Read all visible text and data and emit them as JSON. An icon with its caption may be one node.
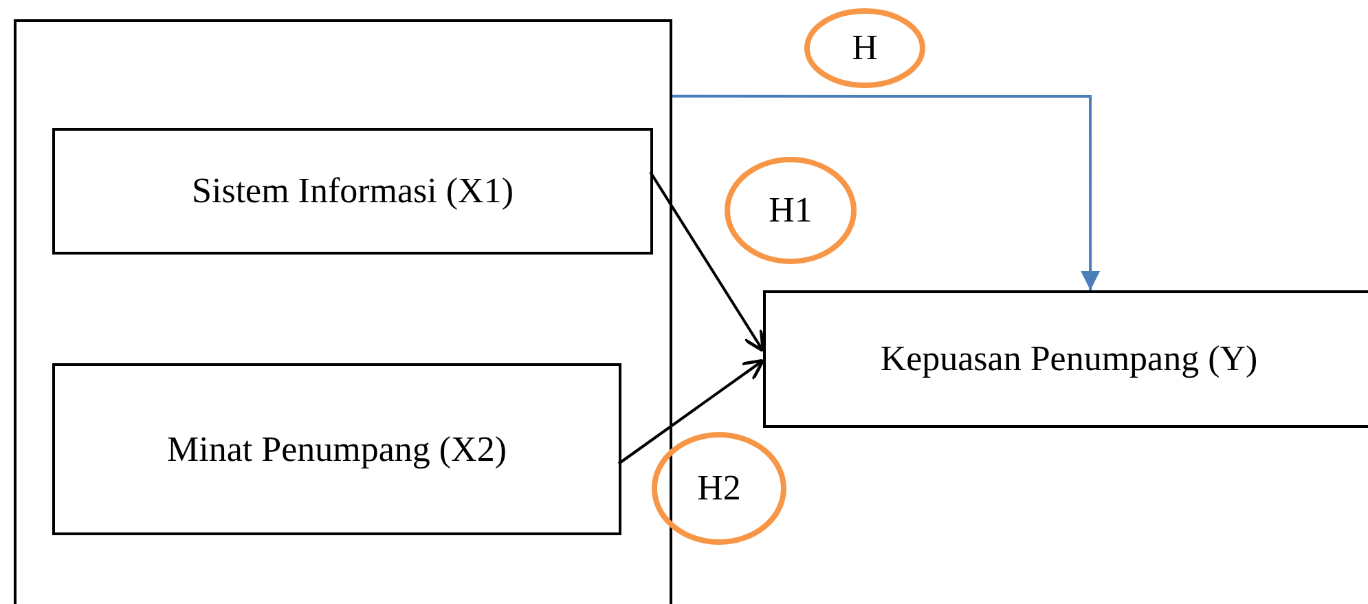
{
  "diagram": {
    "nodes": [
      {
        "text": [],
        "shape": "box"
      },
      {
        "text": [
          "Sistem Informasi (X1)"
        ],
        "in": 0
      },
      {
        "text": [
          "Minat Penumpang (X2)"
        ],
        "in": 0
      },
      {
        "text": [
          "Kepuasan Penumpang (Y)"
        ]
      },
      {
        "text": [
          "H"
        ]
      },
      {
        "text": [
          "H1"
        ]
      },
      {
        "text": [
          "H2"
        ]
      }
    ],
    "edges": [
      {
        "from": 0,
        "to": 3,
        "arrow": "to",
        "color": "#4a7ebb"
      },
      {
        "from": 1,
        "to": 3,
        "arrow": "to"
      },
      {
        "from": 2,
        "to": 3,
        "arrow": "to"
      }
    ]
  }
}
